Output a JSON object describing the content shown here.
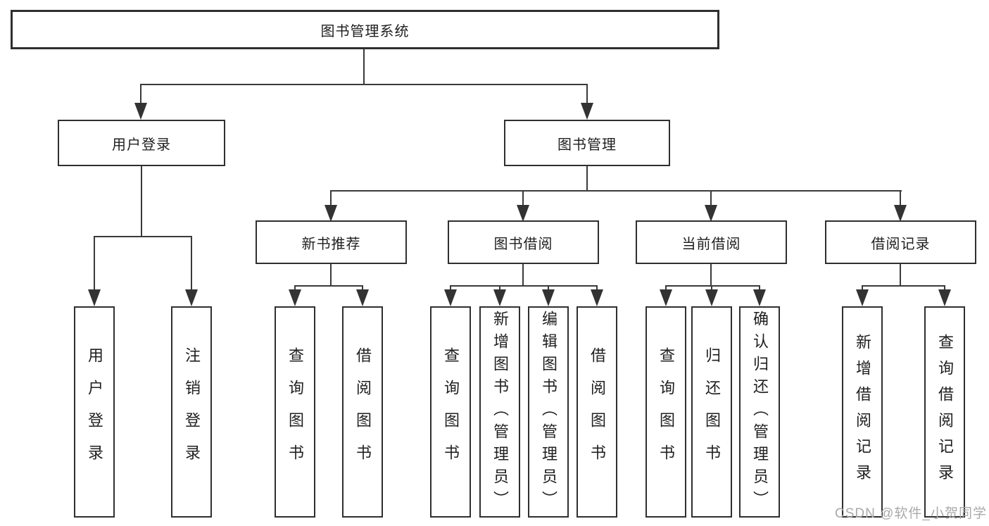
{
  "diagram_title": "图书管理系统",
  "tree": {
    "root": {
      "label": "图书管理系统"
    },
    "branches": [
      {
        "label": "用户登录",
        "children": [
          {
            "label": "用户登录"
          },
          {
            "label": "注销登录"
          }
        ]
      },
      {
        "label": "图书管理",
        "children": [
          {
            "label": "新书推荐",
            "children": [
              {
                "label": "查询图书"
              },
              {
                "label": "借阅图书"
              }
            ]
          },
          {
            "label": "图书借阅",
            "children": [
              {
                "label": "查询图书"
              },
              {
                "label": "新增图书（管理员）"
              },
              {
                "label": "编辑图书（管理员）"
              },
              {
                "label": "借阅图书"
              }
            ]
          },
          {
            "label": "当前借阅",
            "children": [
              {
                "label": "查询图书"
              },
              {
                "label": "归还图书"
              },
              {
                "label": "确认归还（管理员）"
              }
            ]
          },
          {
            "label": "借阅记录",
            "children": [
              {
                "label": "新增借阅记录"
              },
              {
                "label": "查询借阅记录"
              }
            ]
          }
        ]
      }
    ]
  },
  "watermark": {
    "text": "CSDN @软件_小贺同学"
  },
  "colors": {
    "background": "#ffffff",
    "box_fill": "#ffffff",
    "box_border": "#2f2f2f",
    "line": "#3a3a3a",
    "arrow": "#333333",
    "text": "#1f1f1f",
    "watermark": "#a9a9a9"
  }
}
